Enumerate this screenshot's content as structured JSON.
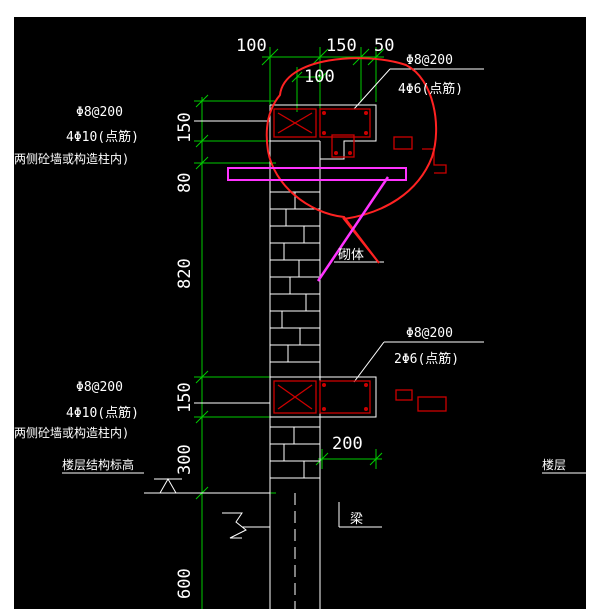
{
  "colors": {
    "background": "#000000",
    "dimension": "#00cc00",
    "wall": "#ffffff",
    "rebar": "#cc0000",
    "markup_red": "#ff2222",
    "markup_magenta": "#ff33ff"
  },
  "dimensions": {
    "top_100": "100",
    "top_150": "150",
    "top_50": "50",
    "inner_100": "100",
    "left_150_top": "150",
    "left_80": "80",
    "left_820": "820",
    "left_150_mid": "150",
    "left_300": "300",
    "left_600": "600",
    "right_200": "200"
  },
  "labels": {
    "top_stirrup": "Φ8@200",
    "top_bars": "4Φ6(点筋)",
    "left_stirrup_1": "Φ8@200",
    "left_bars_1": "4Φ10(点筋)",
    "left_note_1": "两侧砼墙或构造柱内)",
    "masonry": "砌体",
    "mid_stirrup": "Φ8@200",
    "mid_bars": "2Φ6(点筋)",
    "left_stirrup_2": "Φ8@200",
    "left_bars_2": "4Φ10(点筋)",
    "left_note_2": "两侧砼墙或构造柱内)",
    "floor_level": "楼层结构标高",
    "floor_level_cut": "楼层",
    "beam": "梁"
  }
}
